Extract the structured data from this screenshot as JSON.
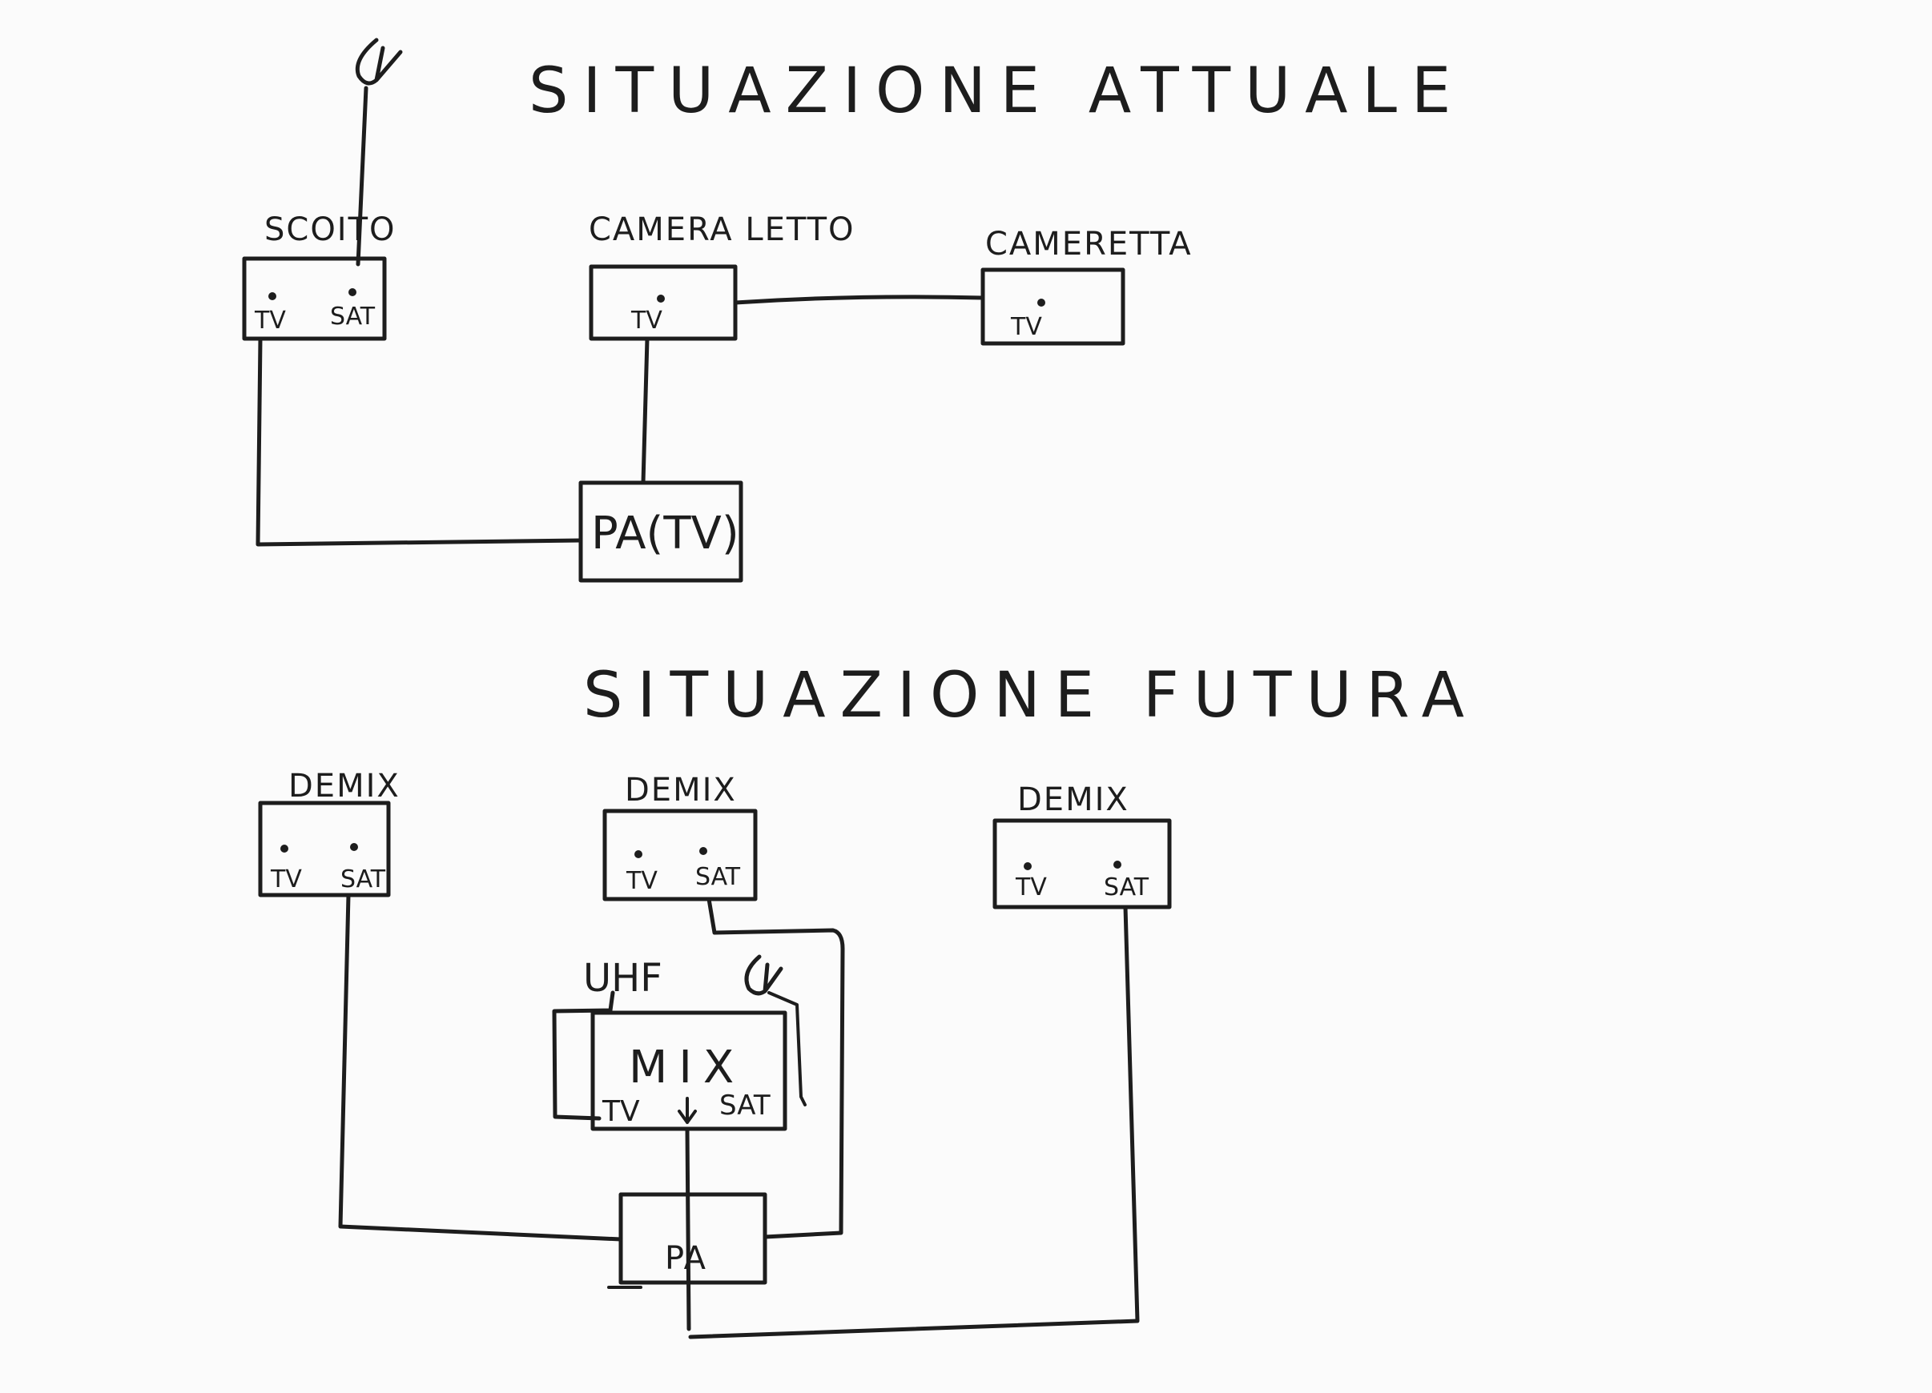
{
  "titles": {
    "current": "SITUAZIONE ATTUALE",
    "future": "SITUAZIONE FUTURA"
  },
  "current": {
    "rooms": {
      "studio": "SCOITO",
      "camera_letto": "CAMERA LETTO",
      "cameretta": "CAMERETTA"
    },
    "ports": {
      "tv": "TV",
      "sat": "SAT"
    },
    "distributor": "PA(TV)"
  },
  "future": {
    "demix_label": "DEMIX",
    "ports": {
      "tv": "TV",
      "sat": "SAT"
    },
    "uhf": "UHF",
    "mix": "MIX",
    "distributor": "PA"
  },
  "colors": {
    "ink": "#1d1d1d",
    "paper": "#fbfbfb"
  }
}
